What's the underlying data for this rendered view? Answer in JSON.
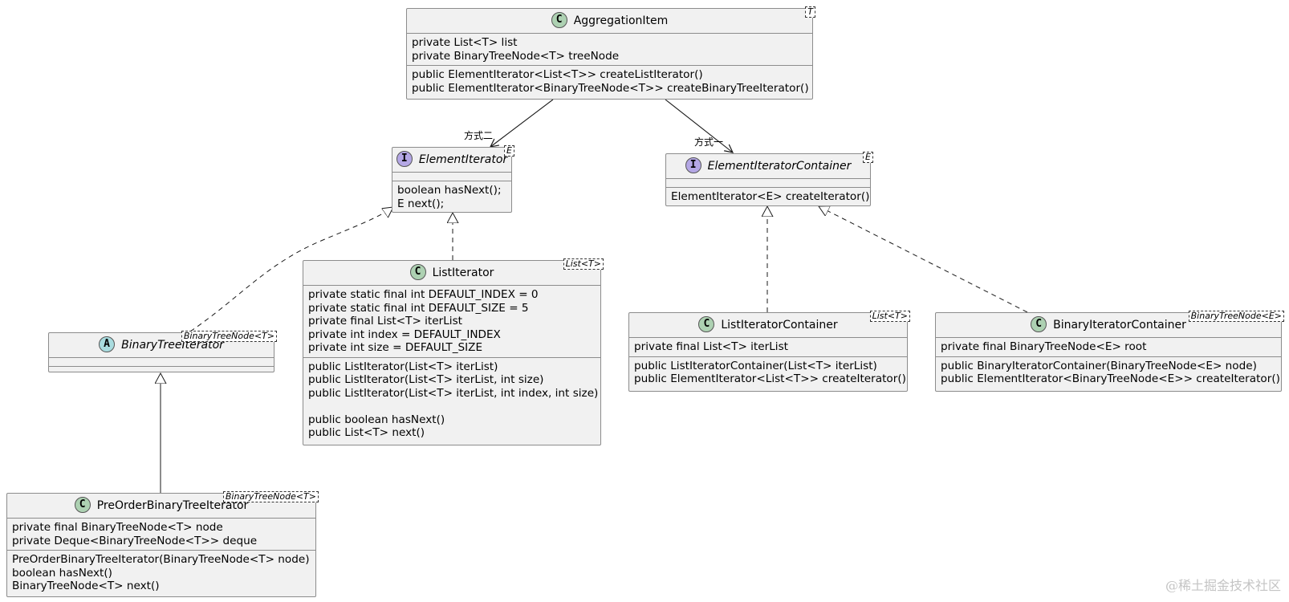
{
  "classes": {
    "aggregation_item": {
      "kind": "C",
      "name": "AggregationItem",
      "type_param": "T",
      "fields": [
        "private List<T> list",
        "private BinaryTreeNode<T> treeNode"
      ],
      "methods": [
        "public ElementIterator<List<T>> createListIterator()",
        "public ElementIterator<BinaryTreeNode<T>> createBinaryTreeIterator()"
      ]
    },
    "element_iterator": {
      "kind": "I",
      "name": "ElementIterator",
      "type_param": "E",
      "methods": [
        "boolean hasNext();",
        "E next();"
      ]
    },
    "element_iterator_container": {
      "kind": "I",
      "name": "ElementIteratorContainer",
      "type_param": "E",
      "methods": [
        "ElementIterator<E> createIterator()"
      ]
    },
    "list_iterator": {
      "kind": "C",
      "name": "ListIterator",
      "type_param": "List<T>",
      "fields": [
        "private static final int DEFAULT_INDEX = 0",
        "private static final int DEFAULT_SIZE = 5",
        "private final List<T> iterList",
        "private int index = DEFAULT_INDEX",
        "private int size = DEFAULT_SIZE"
      ],
      "methods": [
        "public ListIterator(List<T> iterList)",
        "public ListIterator(List<T> iterList, int size)",
        "public ListIterator(List<T> iterList, int index, int size)",
        "",
        "public boolean hasNext()",
        "public List<T> next()"
      ]
    },
    "binary_tree_iterator": {
      "kind": "A",
      "name": "BinaryTreeIterator",
      "type_param": "BinaryTreeNode<T>"
    },
    "list_iterator_container": {
      "kind": "C",
      "name": "ListIteratorContainer",
      "type_param": "List<T>",
      "fields": [
        "private final List<T> iterList"
      ],
      "methods": [
        "public ListIteratorContainer(List<T> iterList)",
        "public ElementIterator<List<T>> createIterator()"
      ]
    },
    "binary_iterator_container": {
      "kind": "C",
      "name": "BinaryIteratorContainer",
      "type_param": "BinaryTreeNode<E>",
      "fields": [
        "private final BinaryTreeNode<E> root"
      ],
      "methods": [
        "public BinaryIteratorContainer(BinaryTreeNode<E> node)",
        "public ElementIterator<BinaryTreeNode<E>> createIterator()"
      ]
    },
    "preorder_binary_tree_iterator": {
      "kind": "C",
      "name": "PreOrderBinaryTreeIterator",
      "type_param": "BinaryTreeNode<T>",
      "fields": [
        "private final BinaryTreeNode<T> node",
        "private Deque<BinaryTreeNode<T>> deque"
      ],
      "methods": [
        "PreOrderBinaryTreeIterator(BinaryTreeNode<T> node)",
        "boolean hasNext()",
        "BinaryTreeNode<T> next()"
      ]
    }
  },
  "edge_labels": {
    "way_two": "方式二",
    "way_one": "方式一"
  },
  "watermark": "@稀土掘金技术社区",
  "colors": {
    "class_bg": "#f1f1f1",
    "class_border": "#8c8c8c",
    "class_icon": "#add1b2",
    "interface_icon": "#b4a7e5",
    "abstract_icon": "#a9dcdf"
  }
}
